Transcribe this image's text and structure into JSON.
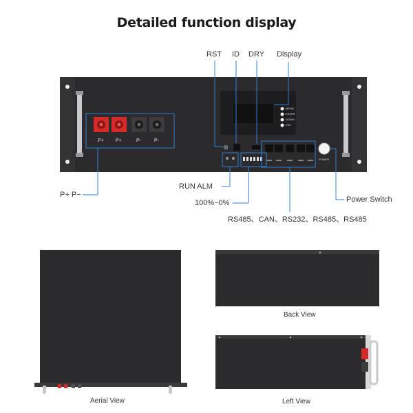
{
  "title": "Detailed function display",
  "callouts": {
    "rst": "RST",
    "id": "ID",
    "dry": "DRY",
    "display": "Display",
    "terminals": "P+ P−",
    "run_alm": "RUN  ALM",
    "soc": "100%~0%",
    "comm_ports": "RS485、CAN、RS232、RS485、RS485",
    "power_switch": "Power Switch"
  },
  "terminals": [
    "P+",
    "P+",
    "P-",
    "P-"
  ],
  "menu_buttons": [
    "MENU",
    "ENTER",
    "DOWN",
    "ESC"
  ],
  "power_label": "POWER",
  "captions": {
    "aerial": "Aerial View",
    "back": "Back View",
    "left": "Left View"
  },
  "colors": {
    "chassis": "#2b2b2d",
    "panel": "#1d1d1f",
    "callout_line": "#2f7fd6",
    "terminal_red": "#d42a2a",
    "terminal_black": "#3c3c3e",
    "handle": "#c9c9cb"
  }
}
